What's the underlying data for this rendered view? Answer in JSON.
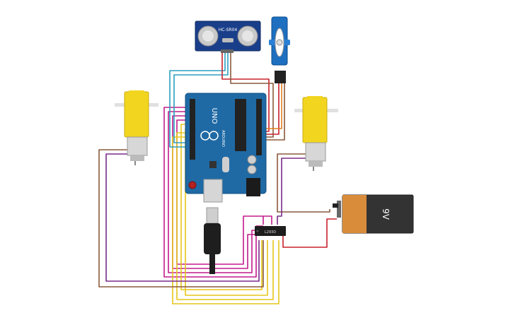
{
  "components": {
    "ultrasonic": {
      "model_label": "HC-SR04"
    },
    "arduino": {
      "board_label": "UNO",
      "brand_label": "ARDUINO"
    },
    "motor_driver": {
      "chip_label": "L293D"
    },
    "battery": {
      "voltage_label": "9V"
    }
  },
  "colors": {
    "arduino_blue": "#1f6aa5",
    "motor_yellow": "#f2d51f",
    "battery_orange": "#d98c3a",
    "battery_dark": "#333333",
    "wire_magenta": "#c21b8c",
    "wire_yellow": "#e6c619",
    "wire_brown": "#8a5a3b",
    "wire_purple": "#7a2a8a",
    "wire_teal": "#2a9fbf",
    "wire_red": "#c8202b",
    "wire_orange": "#e07b1a"
  }
}
